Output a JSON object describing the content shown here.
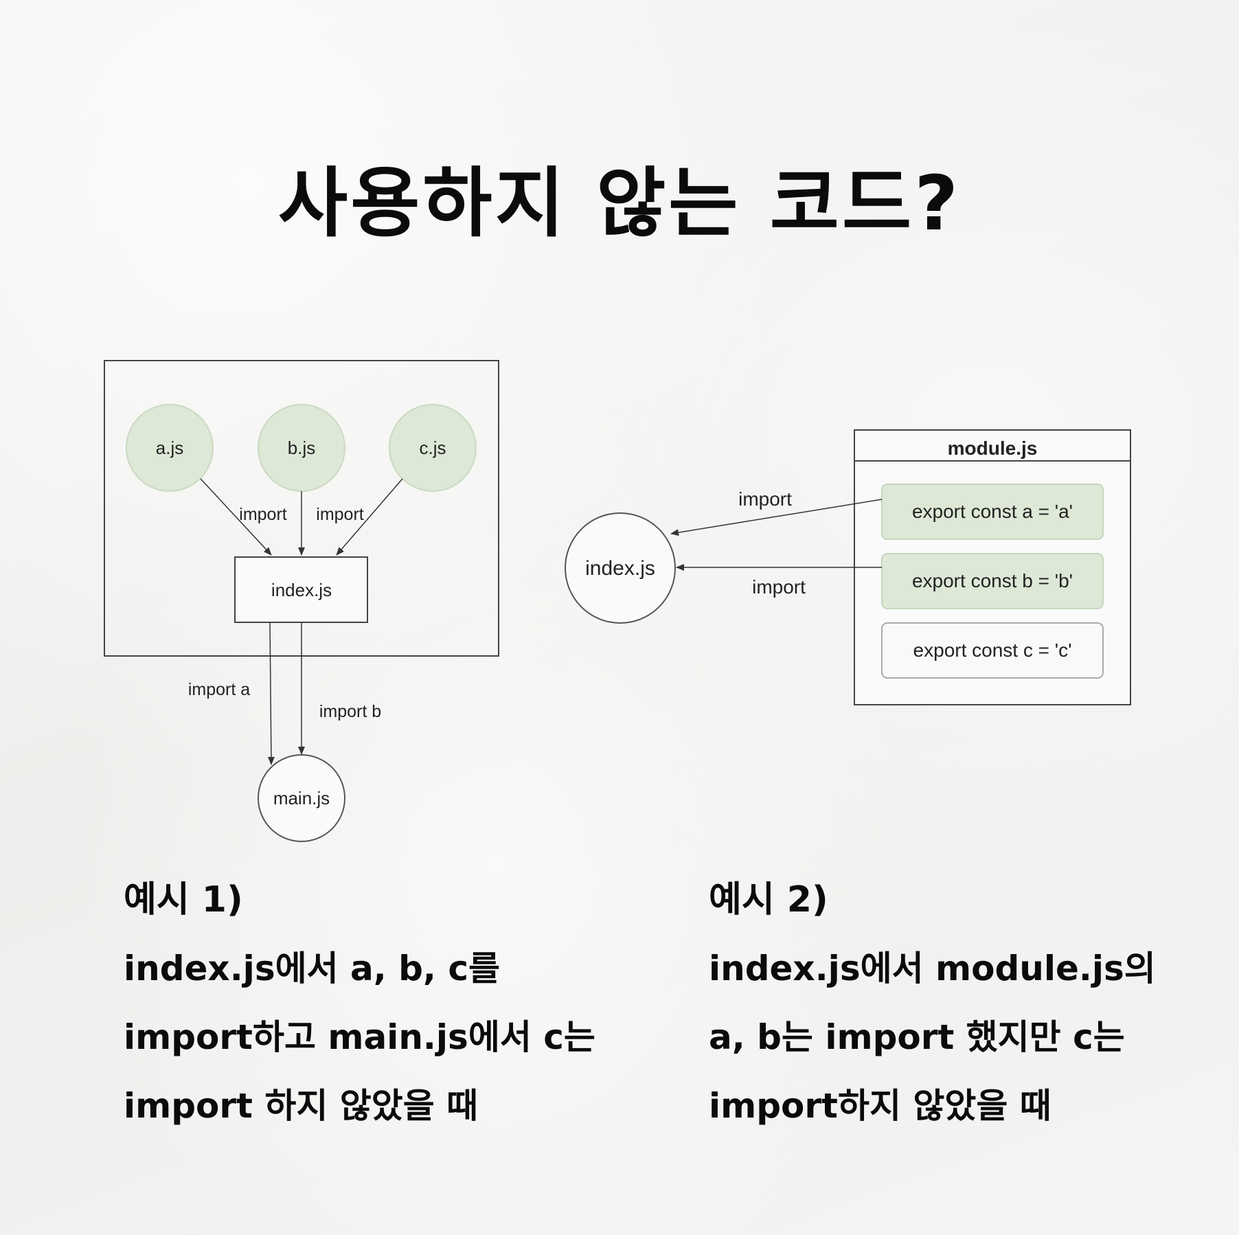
{
  "title": "사용하지 않는 코드?",
  "diagram1": {
    "nodes": {
      "a": "a.js",
      "b": "b.js",
      "c": "c.js",
      "index": "index.js",
      "main": "main.js"
    },
    "edges": {
      "a_to_index": "import",
      "b_to_index": "import",
      "index_to_main_a": "import a",
      "index_to_main_b": "import b"
    }
  },
  "diagram2": {
    "module_title": "module.js",
    "exports": {
      "a": "export const a = 'a'",
      "b": "export const b = 'b'",
      "c": "export const c = 'c'"
    },
    "index": "index.js",
    "edges": {
      "a_to_index": "import",
      "b_to_index": "import"
    }
  },
  "captions": {
    "example1": {
      "heading": "예시 1)",
      "lines": [
        "index.js에서 a, b, c를",
        "import하고 main.js에서 c는",
        "import 하지 않았을 때"
      ]
    },
    "example2": {
      "heading": "예시 2)",
      "lines": [
        "index.js에서 module.js의",
        "a, b는 import 했지만 c는",
        "import하지 않았을 때"
      ]
    }
  },
  "colors": {
    "used_fill": "#dde8d6",
    "used_stroke": "#c5d6bb",
    "unused_fill": "#f9f9f9",
    "line": "#333333"
  }
}
